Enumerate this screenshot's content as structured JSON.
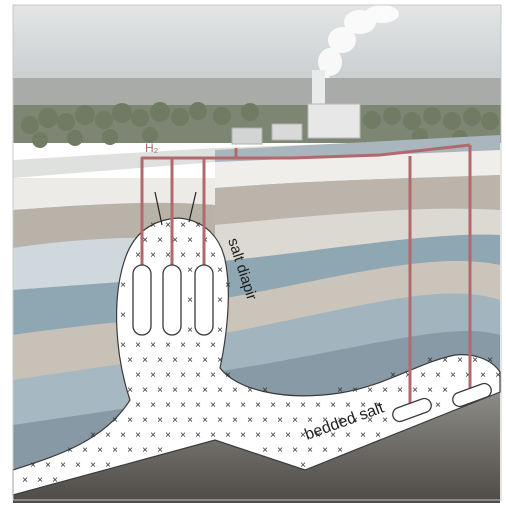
{
  "labels": {
    "h2": "H₂",
    "salt_diapir": "salt diapir",
    "bedded_salt": "bedded salt"
  },
  "icons": {
    "salt_marker": "×"
  },
  "colors": {
    "pipeline": "#b06a6e",
    "salt": "#ffffff",
    "sky": "#d7dadc",
    "forest": "#6f7b62",
    "layer_blue": "#8fa6b3",
    "layer_tan": "#c8bfb4",
    "ground_front": "#6b6661"
  },
  "diagram": {
    "diapir_caverns": 3,
    "bedded_caverns": 2
  }
}
